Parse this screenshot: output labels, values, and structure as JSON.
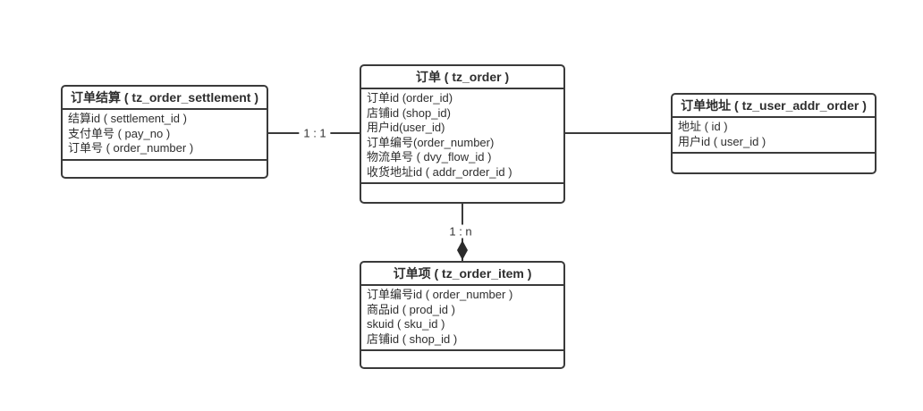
{
  "diagram": {
    "type": "entity-relationship",
    "background": "#ffffff",
    "line_color": "#3a3a3a",
    "text_color": "#2e2e2e"
  },
  "entities": [
    {
      "id": "order_settlement",
      "title": "订单结算 ( tz_order_settlement )",
      "fields": [
        "结算id ( settlement_id )",
        "支付单号 ( pay_no )",
        "订单号 ( order_number )"
      ]
    },
    {
      "id": "order",
      "title": "订单 ( tz_order )",
      "fields": [
        "订单id (order_id)",
        "店铺id (shop_id)",
        "用户id(user_id)",
        "订单编号(order_number)",
        "物流单号 ( dvy_flow_id )",
        "收货地址id ( addr_order_id )"
      ]
    },
    {
      "id": "user_addr_order",
      "title": "订单地址 ( tz_user_addr_order )",
      "fields": [
        "地址 ( id )",
        "用户id ( user_id )"
      ]
    },
    {
      "id": "order_item",
      "title": "订单项 ( tz_order_item )",
      "fields": [
        "订单编号id ( order_number )",
        "商品id ( prod_id )",
        "skuid ( sku_id )",
        "店铺id ( shop_id )"
      ]
    }
  ],
  "connectors": [
    {
      "from": "订单结算",
      "to": "订单",
      "label": "1 : 1",
      "marker": "none"
    },
    {
      "from": "订单",
      "to": "订单地址",
      "label": "",
      "marker": "none"
    },
    {
      "from": "订单",
      "to": "订单项",
      "label": "1 : n",
      "marker": "filled-diamond"
    }
  ]
}
